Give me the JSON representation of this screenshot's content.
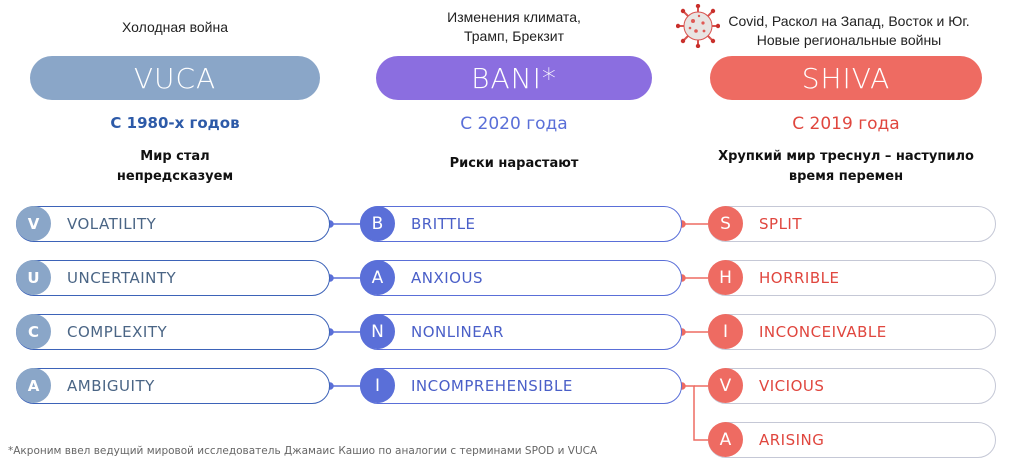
{
  "colors": {
    "vuca": "#8aa6c8",
    "vuca_border": "#3d63b8",
    "vuca_text": "#4a6585",
    "vuca_since": "#2d5aa8",
    "bani": "#8b6ee0",
    "bani_letter": "#5a6fd8",
    "bani_text": "#4a5fc8",
    "shiva": "#ee6b62",
    "shiva_border": "#c5c8d6",
    "shiva_text": "#e0463e"
  },
  "vuca": {
    "caption": "Холодная война",
    "title": "VUCA",
    "since": "С 1980-х годов",
    "desc_line1": "Мир стал",
    "desc_line2": "непредсказуем",
    "terms": [
      {
        "letter": "V",
        "label": "VOLATILITY"
      },
      {
        "letter": "U",
        "label": "UNCERTAINTY"
      },
      {
        "letter": "C",
        "label": "COMPLEXITY"
      },
      {
        "letter": "A",
        "label": "AMBIGUITY"
      }
    ]
  },
  "bani": {
    "caption_line1": "Изменения климата,",
    "caption_line2": "Трамп, Брекзит",
    "title": "BANI*",
    "since": "С 2020 года",
    "desc": "Риски нарастают",
    "terms": [
      {
        "letter": "B",
        "label": "BRITTLE"
      },
      {
        "letter": "A",
        "label": "ANXIOUS"
      },
      {
        "letter": "N",
        "label": "NONLINEAR"
      },
      {
        "letter": "I",
        "label": "INCOMPREHENSIBLE"
      }
    ]
  },
  "shiva": {
    "caption_line1": "Covid, Раскол на Запад, Восток и Юг.",
    "caption_line2": "Новые региональные войны",
    "title": "SHIVA",
    "since": "С 2019 года",
    "desc_line1": "Хрупкий мир треснул – наступило",
    "desc_line2": "время перемен",
    "terms": [
      {
        "letter": "S",
        "label": "SPLIT"
      },
      {
        "letter": "H",
        "label": "HORRIBLE"
      },
      {
        "letter": "I",
        "label": "INCONCEIVABLE"
      },
      {
        "letter": "V",
        "label": "VICIOUS"
      },
      {
        "letter": "A",
        "label": "ARISING"
      }
    ]
  },
  "footnote": "*Акроним ввел ведущий мировой исследователь Джамаис Кашио по аналогии с терминами SPOD и VUCA",
  "icons": {
    "virus": "virus-icon"
  }
}
